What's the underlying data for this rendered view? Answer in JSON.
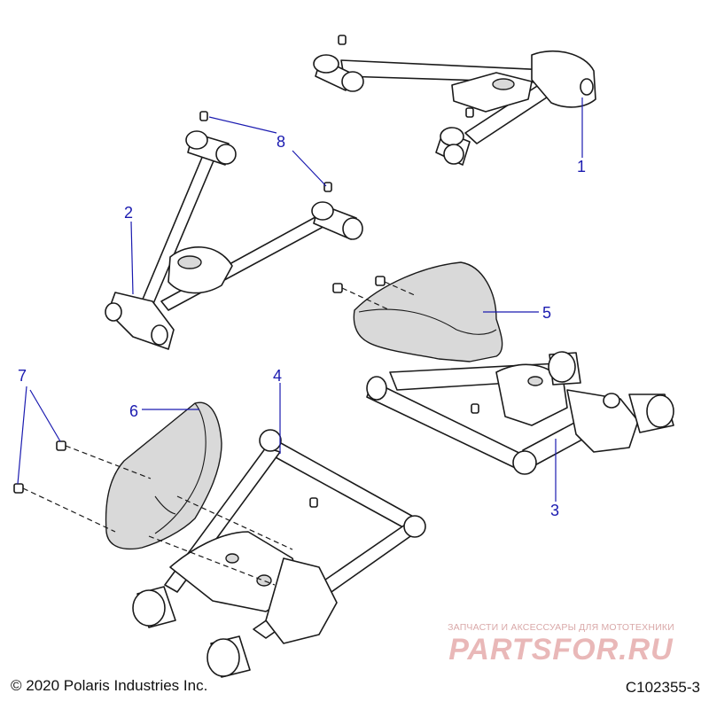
{
  "callouts": [
    {
      "id": "1",
      "label": "1"
    },
    {
      "id": "2",
      "label": "2"
    },
    {
      "id": "3",
      "label": "3"
    },
    {
      "id": "4",
      "label": "4"
    },
    {
      "id": "5",
      "label": "5"
    },
    {
      "id": "6",
      "label": "6"
    },
    {
      "id": "7",
      "label": "7"
    },
    {
      "id": "8",
      "label": "8"
    }
  ],
  "footer": {
    "copyright": "© 2020 Polaris Industries Inc.",
    "figure_id": "C102355-3"
  },
  "watermark": {
    "tagline": "ЗАПЧАСТИ И АКСЕССУАРЫ ДЛЯ МОТОТЕХНИКИ",
    "brand": "PARTSFOR.RU"
  },
  "colors": {
    "callout": "#1b1bb0",
    "line": "#1a1a1a",
    "shade": "#d9d9d9",
    "watermark": "#e9b8b8"
  }
}
